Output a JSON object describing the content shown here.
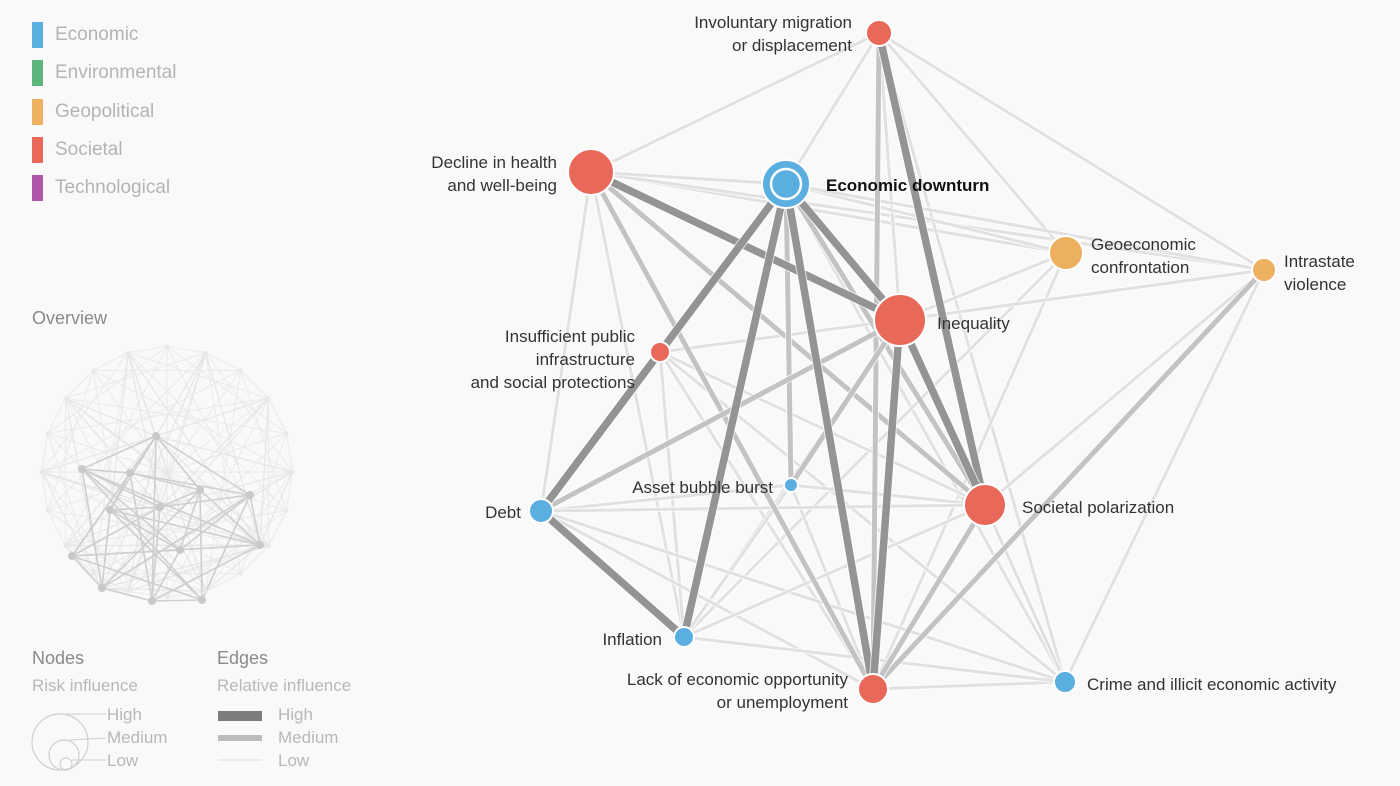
{
  "categories": [
    {
      "id": "economic",
      "label": "Economic",
      "color": "#5aaee0"
    },
    {
      "id": "environmental",
      "label": "Environmental",
      "color": "#5db57e"
    },
    {
      "id": "geopolitical",
      "label": "Geopolitical",
      "color": "#ecb060"
    },
    {
      "id": "societal",
      "label": "Societal",
      "color": "#e8685a"
    },
    {
      "id": "technological",
      "label": "Technological",
      "color": "#b256a8"
    }
  ],
  "overview_title": "Overview",
  "nodes_key": {
    "title": "Nodes",
    "subtitle": "Risk influence",
    "levels": [
      "High",
      "Medium",
      "Low"
    ]
  },
  "edges_key": {
    "title": "Edges",
    "subtitle": "Relative influence",
    "levels": [
      "High",
      "Medium",
      "Low"
    ]
  },
  "selected_node": "Economic downturn",
  "nodes": [
    {
      "id": "migration",
      "lines": [
        "Involuntary migration",
        "or displacement"
      ],
      "category": "societal",
      "influence": "low"
    },
    {
      "id": "health",
      "lines": [
        "Decline in health",
        "and well-being"
      ],
      "category": "societal",
      "influence": "high"
    },
    {
      "id": "downturn",
      "lines": [
        "Economic downturn"
      ],
      "category": "economic",
      "influence": "high",
      "selected": true
    },
    {
      "id": "geoeconomic",
      "lines": [
        "Geoeconomic",
        "confrontation"
      ],
      "category": "geopolitical",
      "influence": "medium"
    },
    {
      "id": "intrastate",
      "lines": [
        "Intrastate",
        "violence"
      ],
      "category": "geopolitical",
      "influence": "low"
    },
    {
      "id": "inequality",
      "lines": [
        "Inequality"
      ],
      "category": "societal",
      "influence": "high"
    },
    {
      "id": "infrastructure",
      "lines": [
        "Insufficient public",
        "infrastructure",
        "and social protections"
      ],
      "category": "societal",
      "influence": "low"
    },
    {
      "id": "bubble",
      "lines": [
        "Asset bubble burst"
      ],
      "category": "economic",
      "influence": "low"
    },
    {
      "id": "debt",
      "lines": [
        "Debt"
      ],
      "category": "economic",
      "influence": "medium"
    },
    {
      "id": "polarization",
      "lines": [
        "Societal polarization"
      ],
      "category": "societal",
      "influence": "high"
    },
    {
      "id": "inflation",
      "lines": [
        "Inflation"
      ],
      "category": "economic",
      "influence": "low"
    },
    {
      "id": "unemployment",
      "lines": [
        "Lack of economic opportunity",
        "or unemployment"
      ],
      "category": "societal",
      "influence": "medium"
    },
    {
      "id": "crime",
      "lines": [
        "Crime and illicit economic activity"
      ],
      "category": "economic",
      "influence": "low"
    }
  ],
  "edges": [
    {
      "from": "health",
      "to": "migration",
      "strength": "low"
    },
    {
      "from": "health",
      "to": "geoeconomic",
      "strength": "low"
    },
    {
      "from": "health",
      "to": "intrastate",
      "strength": "low"
    },
    {
      "from": "health",
      "to": "inequality",
      "strength": "high"
    },
    {
      "from": "health",
      "to": "polarization",
      "strength": "medium"
    },
    {
      "from": "health",
      "to": "unemployment",
      "strength": "medium"
    },
    {
      "from": "health",
      "to": "inflation",
      "strength": "low"
    },
    {
      "from": "health",
      "to": "debt",
      "strength": "low"
    },
    {
      "from": "health",
      "to": "downturn",
      "strength": "low"
    },
    {
      "from": "migration",
      "to": "downturn",
      "strength": "low"
    },
    {
      "from": "migration",
      "to": "inequality",
      "strength": "low"
    },
    {
      "from": "migration",
      "to": "polarization",
      "strength": "high"
    },
    {
      "from": "migration",
      "to": "unemployment",
      "strength": "medium"
    },
    {
      "from": "migration",
      "to": "intrastate",
      "strength": "low"
    },
    {
      "from": "migration",
      "to": "geoeconomic",
      "strength": "low"
    },
    {
      "from": "migration",
      "to": "crime",
      "strength": "low"
    },
    {
      "from": "downturn",
      "to": "geoeconomic",
      "strength": "low"
    },
    {
      "from": "downturn",
      "to": "intrastate",
      "strength": "low"
    },
    {
      "from": "downturn",
      "to": "inequality",
      "strength": "high"
    },
    {
      "from": "downturn",
      "to": "polarization",
      "strength": "medium"
    },
    {
      "from": "downturn",
      "to": "unemployment",
      "strength": "high"
    },
    {
      "from": "downturn",
      "to": "bubble",
      "strength": "medium"
    },
    {
      "from": "downturn",
      "to": "debt",
      "strength": "high"
    },
    {
      "from": "downturn",
      "to": "inflation",
      "strength": "high"
    },
    {
      "from": "downturn",
      "to": "infrastructure",
      "strength": "medium"
    },
    {
      "from": "downturn",
      "to": "crime",
      "strength": "low"
    },
    {
      "from": "geoeconomic",
      "to": "inequality",
      "strength": "low"
    },
    {
      "from": "geoeconomic",
      "to": "unemployment",
      "strength": "low"
    },
    {
      "from": "geoeconomic",
      "to": "inflation",
      "strength": "low"
    },
    {
      "from": "intrastate",
      "to": "polarization",
      "strength": "low"
    },
    {
      "from": "intrastate",
      "to": "unemployment",
      "strength": "medium"
    },
    {
      "from": "intrastate",
      "to": "crime",
      "strength": "low"
    },
    {
      "from": "intrastate",
      "to": "inequality",
      "strength": "low"
    },
    {
      "from": "inequality",
      "to": "polarization",
      "strength": "high"
    },
    {
      "from": "inequality",
      "to": "unemployment",
      "strength": "high"
    },
    {
      "from": "inequality",
      "to": "infrastructure",
      "strength": "low"
    },
    {
      "from": "inequality",
      "to": "debt",
      "strength": "medium"
    },
    {
      "from": "inequality",
      "to": "inflation",
      "strength": "low"
    },
    {
      "from": "inequality",
      "to": "crime",
      "strength": "low"
    },
    {
      "from": "inequality",
      "to": "bubble",
      "strength": "medium"
    },
    {
      "from": "infrastructure",
      "to": "debt",
      "strength": "high"
    },
    {
      "from": "infrastructure",
      "to": "polarization",
      "strength": "low"
    },
    {
      "from": "infrastructure",
      "to": "unemployment",
      "strength": "low"
    },
    {
      "from": "infrastructure",
      "to": "inflation",
      "strength": "low"
    },
    {
      "from": "infrastructure",
      "to": "crime",
      "strength": "low"
    },
    {
      "from": "bubble",
      "to": "debt",
      "strength": "low"
    },
    {
      "from": "bubble",
      "to": "unemployment",
      "strength": "low"
    },
    {
      "from": "bubble",
      "to": "polarization",
      "strength": "low"
    },
    {
      "from": "bubble",
      "to": "inflation",
      "strength": "low"
    },
    {
      "from": "debt",
      "to": "polarization",
      "strength": "low"
    },
    {
      "from": "debt",
      "to": "inflation",
      "strength": "high"
    },
    {
      "from": "debt",
      "to": "unemployment",
      "strength": "low"
    },
    {
      "from": "debt",
      "to": "crime",
      "strength": "low"
    },
    {
      "from": "polarization",
      "to": "unemployment",
      "strength": "medium"
    },
    {
      "from": "polarization",
      "to": "inflation",
      "strength": "low"
    },
    {
      "from": "polarization",
      "to": "crime",
      "strength": "low"
    },
    {
      "from": "unemployment",
      "to": "crime",
      "strength": "low"
    },
    {
      "from": "inflation",
      "to": "crime",
      "strength": "low"
    }
  ]
}
